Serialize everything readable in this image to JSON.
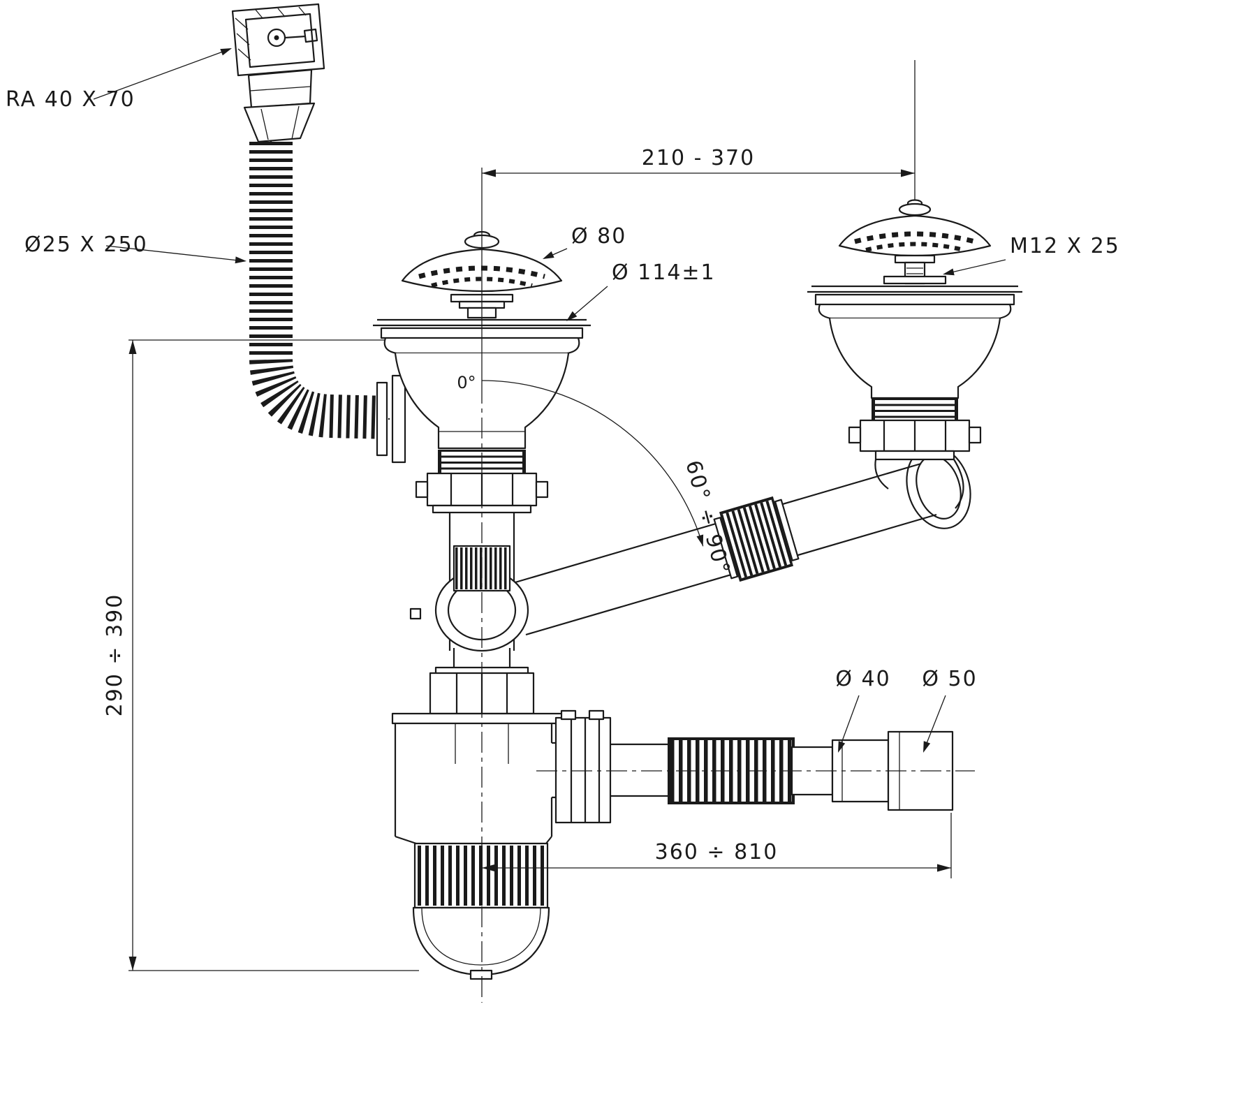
{
  "drawing": {
    "subject": "Kitchen sink double-bowl siphon drain kit technical drawing",
    "colors": {
      "line": "#1a1a1a",
      "background": "#ffffff"
    },
    "labels": {
      "overflow_head": "RA 40 X 70",
      "overflow_hose": "Ø25 X 250",
      "basket_diameter": "Ø 80",
      "flange_diameter": "Ø 114±1",
      "fixing_screw": "M12 X 25",
      "outlet_small": "Ø 40",
      "outlet_large": "Ø 50"
    },
    "dimensions": {
      "center_distance": "210 - 370",
      "height_range": "290 ÷ 390",
      "outlet_reach": "360 ÷ 810",
      "angle_range": "60° ÷ 90°",
      "angle_zero": "0°"
    }
  }
}
